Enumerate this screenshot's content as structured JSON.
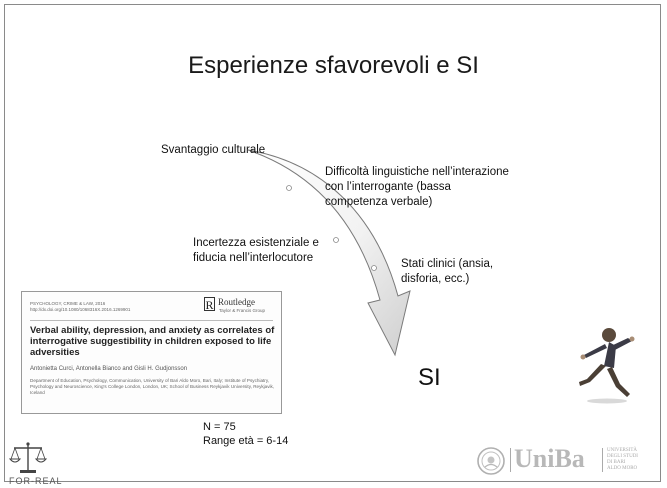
{
  "slide": {
    "title": "Esperienze sfavorevoli e SI",
    "target": "SI"
  },
  "factors": [
    "Svantaggio culturale",
    "Difficoltà linguistiche nell’interazione con l’interrogante (bassa competenza verbale)",
    "Incertezza esistenziale e fiducia nell’interlocutore",
    "Stati clinici (ansia, disforia, ecc.)"
  ],
  "factor_lines": {
    "f1": [
      "Svantaggio culturale"
    ],
    "f2": [
      "Difficoltà linguistiche nell’interazione",
      "con l’interrogante (bassa",
      "competenza verbale)"
    ],
    "f3": [
      "Incertezza esistenziale e",
      "fiducia nell’interlocutore"
    ],
    "f4": [
      "Stati clinici (ansia,",
      "disforia, ecc.)"
    ]
  },
  "study": {
    "n": "N = 75",
    "age_range": "Range età = 6-14"
  },
  "paper": {
    "journal": "PSYCHOLOGY, CRIME & LAW, 2016\nhttp://dx.doi.org/10.1080/1068316X.2016.1269901",
    "publisher": "Routledge",
    "publisher_sub": "Taylor & Francis Group",
    "title": "Verbal ability, depression, and anxiety as correlates of interrogative suggestibility in children exposed to life adversities",
    "authors": "Antonietta Curci, Antonella Bianco and Gisli H. Gudjonsson",
    "affiliations": "Department of Education, Psychology, Communication, University of Bari Aldo Moro, Bari, Italy; Institute of Psychiatry, Psychology and Neuroscience, King's College London, London, UK; School of Business Reykjavik University, Reykjavik, Iceland"
  },
  "logos": {
    "left_label": "FOR-REAL",
    "right_name": "UniBa",
    "right_sub": "UNIVERSITÀ\nDEGLI STUDI\nDI BARI\nALDO MORO"
  },
  "icons": {
    "arrow": "curved-arrow-icon",
    "runner": "running-child-icon",
    "scales": "scales-of-justice-icon",
    "seal": "university-seal-icon"
  }
}
